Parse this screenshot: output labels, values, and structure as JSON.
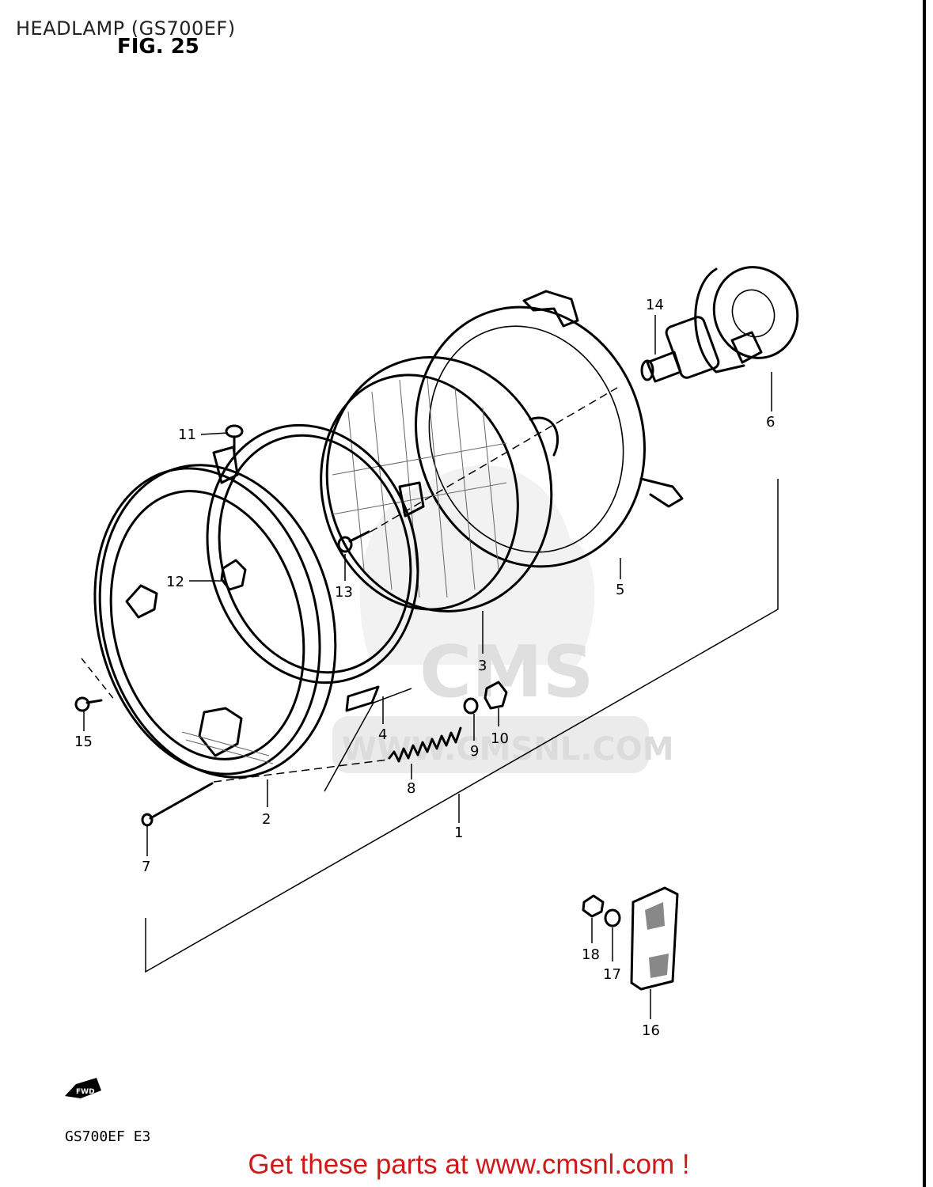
{
  "title": "HEADLAMP (GS700EF)",
  "figure": "FIG. 25",
  "model_code": "GS700EF  E3",
  "fwd_label": "FWD",
  "footer_link": "Get these parts at www.cmsnl.com !",
  "watermark": {
    "logo": "CMS",
    "url": "WWW.CMSNL.COM"
  },
  "callouts": {
    "c1": "1",
    "c2": "2",
    "c3": "3",
    "c4": "4",
    "c5": "5",
    "c6": "6",
    "c7": "7",
    "c8": "8",
    "c9": "9",
    "c10": "10",
    "c11": "11",
    "c12": "12",
    "c13": "13",
    "c14": "14",
    "c15": "15",
    "c16": "16",
    "c17": "17",
    "c18": "18"
  },
  "colors": {
    "footer": "#d01818",
    "lines": "#000000",
    "background": "#ffffff"
  }
}
